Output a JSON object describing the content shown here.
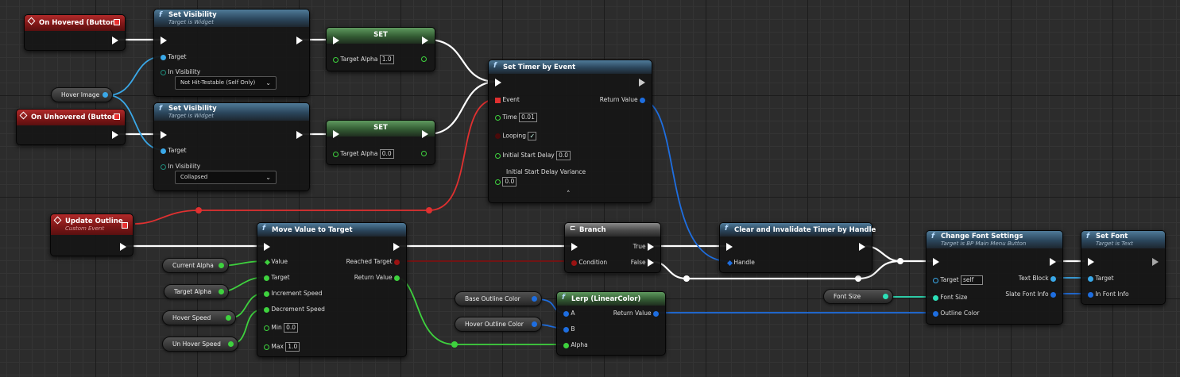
{
  "nodes": {
    "on_hovered": {
      "title": "On Hovered (Button)"
    },
    "on_unhovered": {
      "title": "On Unhovered (Button)"
    },
    "set_visibility_1": {
      "title": "Set Visibility",
      "subtitle": "Target is Widget",
      "target": "Target",
      "in_visibility": "In Visibility",
      "visibility_value": "Not Hit-Testable (Self Only)"
    },
    "set_visibility_2": {
      "title": "Set Visibility",
      "subtitle": "Target is Widget",
      "target": "Target",
      "in_visibility": "In Visibility",
      "visibility_value": "Collapsed"
    },
    "set_1": {
      "title": "SET",
      "pin": "Target Alpha",
      "value": "1.0"
    },
    "set_2": {
      "title": "SET",
      "pin": "Target Alpha",
      "value": "0.0"
    },
    "set_timer": {
      "title": "Set Timer by Event",
      "event": "Event",
      "return_value": "Return Value",
      "time": "Time",
      "time_value": "0.01",
      "looping": "Looping",
      "looping_checked": "✓",
      "initial_start_delay": "Initial Start Delay",
      "initial_start_delay_value": "0.0",
      "initial_start_delay_variance": "Initial Start Delay Variance",
      "variance_value": "0.0",
      "collapse": "˄"
    },
    "update_outline": {
      "title": "Update Outline",
      "subtitle": "Custom Event"
    },
    "move_value": {
      "title": "Move Value to Target",
      "value": "Value",
      "target": "Target",
      "increment_speed": "Increment Speed",
      "decrement_speed": "Decrement Speed",
      "min": "Min",
      "min_value": "0.0",
      "max": "Max",
      "max_value": "1.0",
      "reached_target": "Reached Target",
      "return_value": "Return Value"
    },
    "branch": {
      "title": "Branch",
      "condition": "Condition",
      "true": "True",
      "false": "False"
    },
    "clear_timer": {
      "title": "Clear and Invalidate Timer by Handle",
      "handle": "Handle"
    },
    "lerp": {
      "title": "Lerp (LinearColor)",
      "a": "A",
      "b": "B",
      "alpha": "Alpha",
      "return_value": "Return Value"
    },
    "change_font": {
      "title": "Change Font Settings",
      "subtitle": "Target is BP Main Menu Button",
      "target": "Target",
      "target_value": "self",
      "font_size": "Font Size",
      "outline_color": "Outline Color",
      "text_block": "Text Block",
      "slate_font_info": "Slate Font Info"
    },
    "set_font": {
      "title": "Set Font",
      "subtitle": "Target is Text",
      "target": "Target",
      "in_font_info": "In Font Info"
    }
  },
  "variables": {
    "hover_image": "Hover Image",
    "current_alpha": "Current Alpha",
    "target_alpha": "Target Alpha",
    "hover_speed": "Hover Speed",
    "un_hover_speed": "Un Hover Speed",
    "base_outline_color": "Base Outline Color",
    "hover_outline_color": "Hover Outline Color",
    "font_size": "Font Size"
  },
  "colors": {
    "exec_wire": "#ffffff",
    "float_wire": "#3ed23e",
    "object_wire": "#3aa8e8",
    "struct_wire": "#1e6ee0",
    "delegate_wire": "#e03030",
    "bool_wire": "#9a1212",
    "font_wire": "#2ce0b8",
    "function_header": "#3f6a8a",
    "event_header": "#9a2020",
    "set_header": "#4f8a4f"
  }
}
